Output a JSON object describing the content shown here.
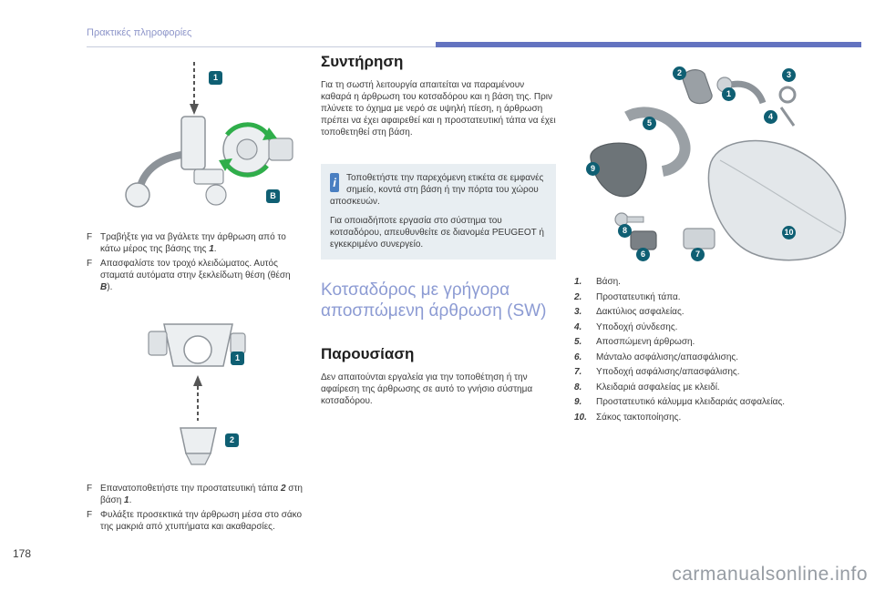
{
  "page": {
    "running_header": "Πρακτικές πληροφορίες",
    "page_number": "178",
    "watermark": "carmanualsonline.info"
  },
  "left_column": {
    "bullets_top": [
      {
        "marker": "F",
        "pre": "Τραβήξτε για να βγάλετε την άρθρωση από το κάτω μέρος της βάσης της ",
        "bold": "1",
        "post": "."
      },
      {
        "marker": "F",
        "pre": "Απασφαλίστε τον τροχό κλειδώματος. Αυτός σταματά αυτόματα στην ξεκλείδωτη θέση (θέση ",
        "bold": "B",
        "post": ")."
      }
    ],
    "bullets_bottom": [
      {
        "marker": "F",
        "pre": "Επανατοποθετήστε την προστατευτική τάπα ",
        "bold": "2",
        "mid": " στη βάση ",
        "bold2": "1",
        "post": "."
      },
      {
        "marker": "F",
        "pre": "Φυλάξτε προσεκτικά την άρθρωση μέσα στο σάκο της μακριά από χτυπήματα και ακαθαρσίες."
      }
    ]
  },
  "middle_column": {
    "maintenance_heading": "Συντήρηση",
    "maintenance_text": "Για τη σωστή λειτουργία απαιτείται να παραμένουν καθαρά η άρθρωση του κοτσαδόρου και η βάση της. Πριν πλύνετε το όχημα με νερό σε υψηλή πίεση, η άρθρωση πρέπει να έχει αφαιρεθεί και η προστατευτική τάπα να έχει τοποθετηθεί στη βάση.",
    "info_icon_glyph": "i",
    "info_text_1": "Τοποθετήστε την παρεχόμενη ετικέτα σε εμφανές σημείο, κοντά στη βάση ή την πόρτα του χώρου αποσκευών.",
    "info_text_2": "Για οποιαδήποτε εργασία στο σύστημα του κοτσαδόρου, απευθυνθείτε σε διανομέα PEUGEOT ή εγκεκριμένο συνεργείο.",
    "section_heading": "Κοτσαδόρος με γρήγορα αποσπώμενη άρθρωση (SW)",
    "presentation_heading": "Παρουσίαση",
    "presentation_text": "Δεν απαιτούνται εργαλεία για την τοποθέτηση ή την αφαίρεση της άρθρωσης σε αυτό το γνήσιο σύστημα κοτσαδόρου."
  },
  "right_column": {
    "legend": [
      {
        "num": "1.",
        "label": "Βάση."
      },
      {
        "num": "2.",
        "label": "Προστατευτική τάπα."
      },
      {
        "num": "3.",
        "label": "Δακτύλιος ασφαλείας."
      },
      {
        "num": "4.",
        "label": "Υποδοχή σύνδεσης."
      },
      {
        "num": "5.",
        "label": "Αποσπώμενη άρθρωση."
      },
      {
        "num": "6.",
        "label": "Μάνταλο ασφάλισης/απασφάλισης."
      },
      {
        "num": "7.",
        "label": "Υποδοχή ασφάλισης/απασφάλισης."
      },
      {
        "num": "8.",
        "label": "Κλειδαριά ασφαλείας με κλειδί."
      },
      {
        "num": "9.",
        "label": "Προστατευτικό κάλυμμα κλειδαριάς ασφαλείας."
      },
      {
        "num": "10.",
        "label": "Σάκος τακτοποίησης."
      }
    ]
  },
  "figures": {
    "fig1_labels": {
      "n1": "1",
      "nB": "B"
    },
    "fig2_labels": {
      "n1": "1",
      "n2": "2"
    },
    "fig3_labels": [
      "1",
      "2",
      "3",
      "4",
      "5",
      "6",
      "7",
      "8",
      "9",
      "10"
    ]
  },
  "colors": {
    "accent_bar": "#6373c0",
    "heading_blue": "#8c9bd3",
    "badge": "#0f5f73",
    "info_icon_blue": "#4a7fc1",
    "green_arrow": "#2fae4a",
    "info_box_bg": "#e8eef2"
  }
}
